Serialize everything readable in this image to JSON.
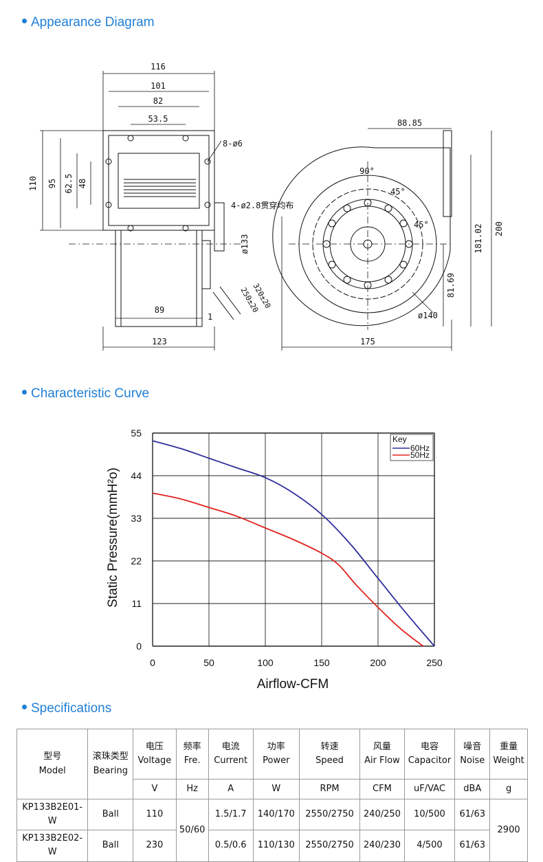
{
  "sections": {
    "appearance": "Appearance Diagram",
    "curve": "Characteristic Curve",
    "specs": "Specifications"
  },
  "diagram_labels": {
    "w116": "116",
    "w101": "101",
    "w82": "82",
    "w53": "53.5",
    "h110": "110",
    "h95": "95",
    "h62": "62.5",
    "h48": "48",
    "holes": "8-ø6",
    "screw": "4-ø2.8贯穿均布",
    "d133": "ø133",
    "w89": "89",
    "one": "1",
    "w123": "123",
    "cable1": "320±20",
    "cable2": "250±20",
    "w88": "88.85",
    "a90": "90°",
    "a45a": "45°",
    "a45b": "45°",
    "h200": "200",
    "h181": "181.02",
    "h81": "81.69",
    "d140": "ø140",
    "w175": "175"
  },
  "chart_data": {
    "type": "line",
    "xlabel": "Airflow-CFM",
    "ylabel": "Static Pressure(mmH²o)",
    "xlim": [
      0,
      250
    ],
    "ylim": [
      0,
      55
    ],
    "x_ticks": [
      "0",
      "50",
      "100",
      "150",
      "200",
      "250"
    ],
    "y_ticks": [
      "0",
      "11",
      "22",
      "33",
      "44",
      "55"
    ],
    "grid": true,
    "legend": {
      "title": "Key",
      "placement": "top-right"
    },
    "series": [
      {
        "name": "60Hz",
        "color": "#2d2d9c",
        "x": [
          0,
          25,
          50,
          75,
          100,
          125,
          150,
          175,
          200,
          225,
          250
        ],
        "y": [
          53,
          51,
          48.5,
          46,
          43.5,
          39.5,
          34,
          26.5,
          17.5,
          8.5,
          0
        ]
      },
      {
        "name": "50Hz",
        "color": "#e0201c",
        "x": [
          0,
          25,
          50,
          75,
          100,
          125,
          150,
          165,
          180,
          200,
          220,
          240
        ],
        "y": [
          39.5,
          38,
          35.8,
          33.5,
          30.5,
          27.5,
          24,
          21,
          16,
          10,
          4.5,
          0
        ]
      }
    ]
  },
  "specs": {
    "headers": [
      {
        "zh": "型号",
        "en": "Model"
      },
      {
        "zh": "滚珠类型",
        "en": "Bearing"
      },
      {
        "zh": "电压",
        "en": "Voltage"
      },
      {
        "zh": "频率",
        "en": "Fre."
      },
      {
        "zh": "电流",
        "en": "Current"
      },
      {
        "zh": "功率",
        "en": "Power"
      },
      {
        "zh": "转速",
        "en": "Speed"
      },
      {
        "zh": "风量",
        "en": "Air Flow"
      },
      {
        "zh": "电容",
        "en": "Capacitor"
      },
      {
        "zh": "噪音",
        "en": "Noise"
      },
      {
        "zh": "重量",
        "en": "Weight"
      }
    ],
    "units": [
      "V",
      "Hz",
      "A",
      "W",
      "RPM",
      "CFM",
      "uF/VAC",
      "dBA",
      "g"
    ],
    "rows": [
      {
        "model": "KP133B2E01-W",
        "bearing": "Ball",
        "voltage": "110",
        "current": "1.5/1.7",
        "power": "140/170",
        "speed": "2550/2750",
        "airflow": "240/250",
        "capacitor": "10/500",
        "noise": "61/63"
      },
      {
        "model": "KP133B2E02-W",
        "bearing": "Ball",
        "voltage": "230",
        "current": "0.5/0.6",
        "power": "110/130",
        "speed": "2550/2750",
        "airflow": "240/230",
        "capacitor": "4/500",
        "noise": "61/63"
      }
    ],
    "freq_shared": "50/60",
    "weight_shared": "2900"
  }
}
